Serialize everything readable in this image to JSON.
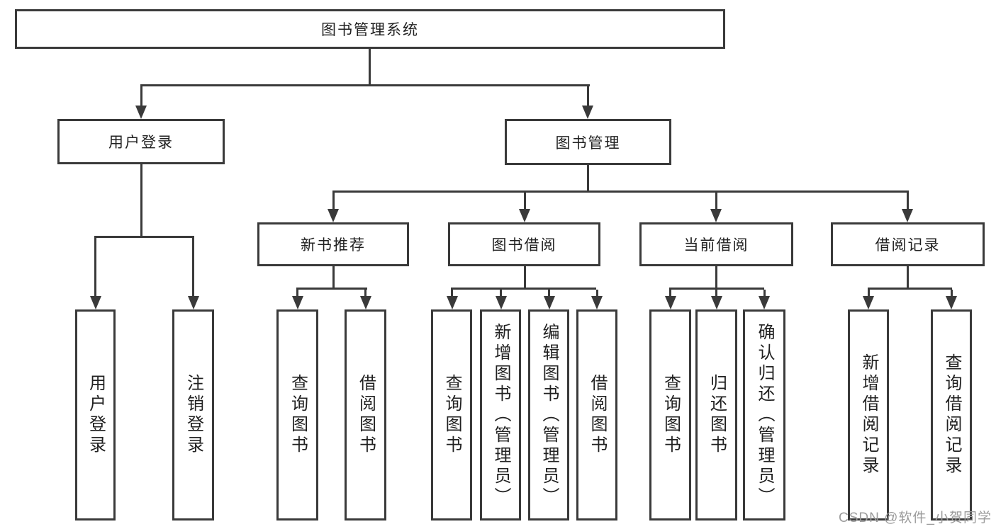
{
  "title": "图书管理系统",
  "colors": {
    "line": "#3a3a3a",
    "text": "#212121",
    "watermark": "#9b9b9b",
    "background": "#ffffff"
  },
  "watermark": {
    "text": "CSDN @软件_小贺同学"
  },
  "tree": {
    "root": {
      "label": "图书管理系统"
    },
    "branches": [
      {
        "label": "用户登录",
        "children": [
          {
            "label": "用户登录"
          },
          {
            "label": "注销登录"
          }
        ]
      },
      {
        "label": "图书管理",
        "children": [
          {
            "label": "新书推荐",
            "children": [
              {
                "label": "查询图书"
              },
              {
                "label": "借阅图书"
              }
            ]
          },
          {
            "label": "图书借阅",
            "children": [
              {
                "label": "查询图书"
              },
              {
                "label": "新增图书（管理员）"
              },
              {
                "label": "编辑图书（管理员）"
              },
              {
                "label": "借阅图书"
              }
            ]
          },
          {
            "label": "当前借阅",
            "children": [
              {
                "label": "查询图书"
              },
              {
                "label": "归还图书"
              },
              {
                "label": "确认归还（管理员）"
              }
            ]
          },
          {
            "label": "借阅记录",
            "children": [
              {
                "label": "新增借阅记录"
              },
              {
                "label": "查询借阅记录"
              }
            ]
          }
        ]
      }
    ]
  }
}
